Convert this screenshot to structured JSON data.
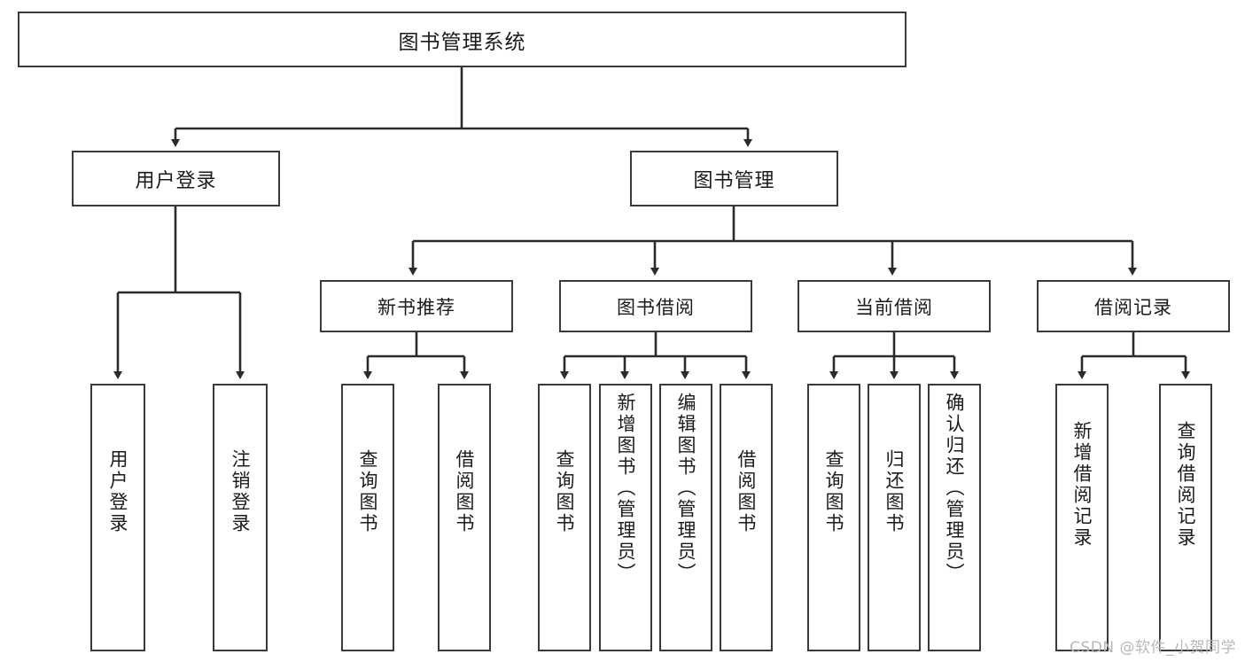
{
  "diagram": {
    "type": "tree",
    "title": "图书管理系统",
    "watermark": "CSDN @软件_小贺同学",
    "colors": {
      "box_border": "#3a3a3a",
      "box_fill": "#ffffff",
      "connector": "#2b2b2b",
      "text": "#1b1b1b",
      "watermark": "#b8b8b8",
      "background": "#ffffff"
    },
    "nodes": {
      "root": {
        "label": "图书管理系统"
      },
      "level2": [
        {
          "id": "user-login",
          "label": "用户登录"
        },
        {
          "id": "book-manage",
          "label": "图书管理"
        }
      ],
      "level3": [
        {
          "id": "new-book-recommend",
          "label": "新书推荐"
        },
        {
          "id": "book-borrow",
          "label": "图书借阅"
        },
        {
          "id": "current-borrow",
          "label": "当前借阅"
        },
        {
          "id": "borrow-record",
          "label": "借阅记录"
        }
      ],
      "leaves": [
        {
          "id": "leaf-user-login",
          "label": "用户登录",
          "parent": "user-login"
        },
        {
          "id": "leaf-user-logout",
          "label": "注销登录",
          "parent": "user-login"
        },
        {
          "id": "leaf-query-book-1",
          "label": "查询图书",
          "parent": "new-book-recommend"
        },
        {
          "id": "leaf-borrow-book-1",
          "label": "借阅图书",
          "parent": "new-book-recommend"
        },
        {
          "id": "leaf-query-book-2",
          "label": "查询图书",
          "parent": "book-borrow"
        },
        {
          "id": "leaf-add-book",
          "label": "新增图书（管理员）",
          "parent": "book-borrow"
        },
        {
          "id": "leaf-edit-book",
          "label": "编辑图书（管理员）",
          "parent": "book-borrow"
        },
        {
          "id": "leaf-borrow-book-2",
          "label": "借阅图书",
          "parent": "book-borrow"
        },
        {
          "id": "leaf-query-book-3",
          "label": "查询图书",
          "parent": "current-borrow"
        },
        {
          "id": "leaf-return-book",
          "label": "归还图书",
          "parent": "current-borrow"
        },
        {
          "id": "leaf-confirm-return",
          "label": "确认归还（管理员）",
          "parent": "current-borrow"
        },
        {
          "id": "leaf-add-record",
          "label": "新增借阅记录",
          "parent": "borrow-record"
        },
        {
          "id": "leaf-query-record",
          "label": "查询借阅记录",
          "parent": "borrow-record"
        }
      ]
    }
  }
}
